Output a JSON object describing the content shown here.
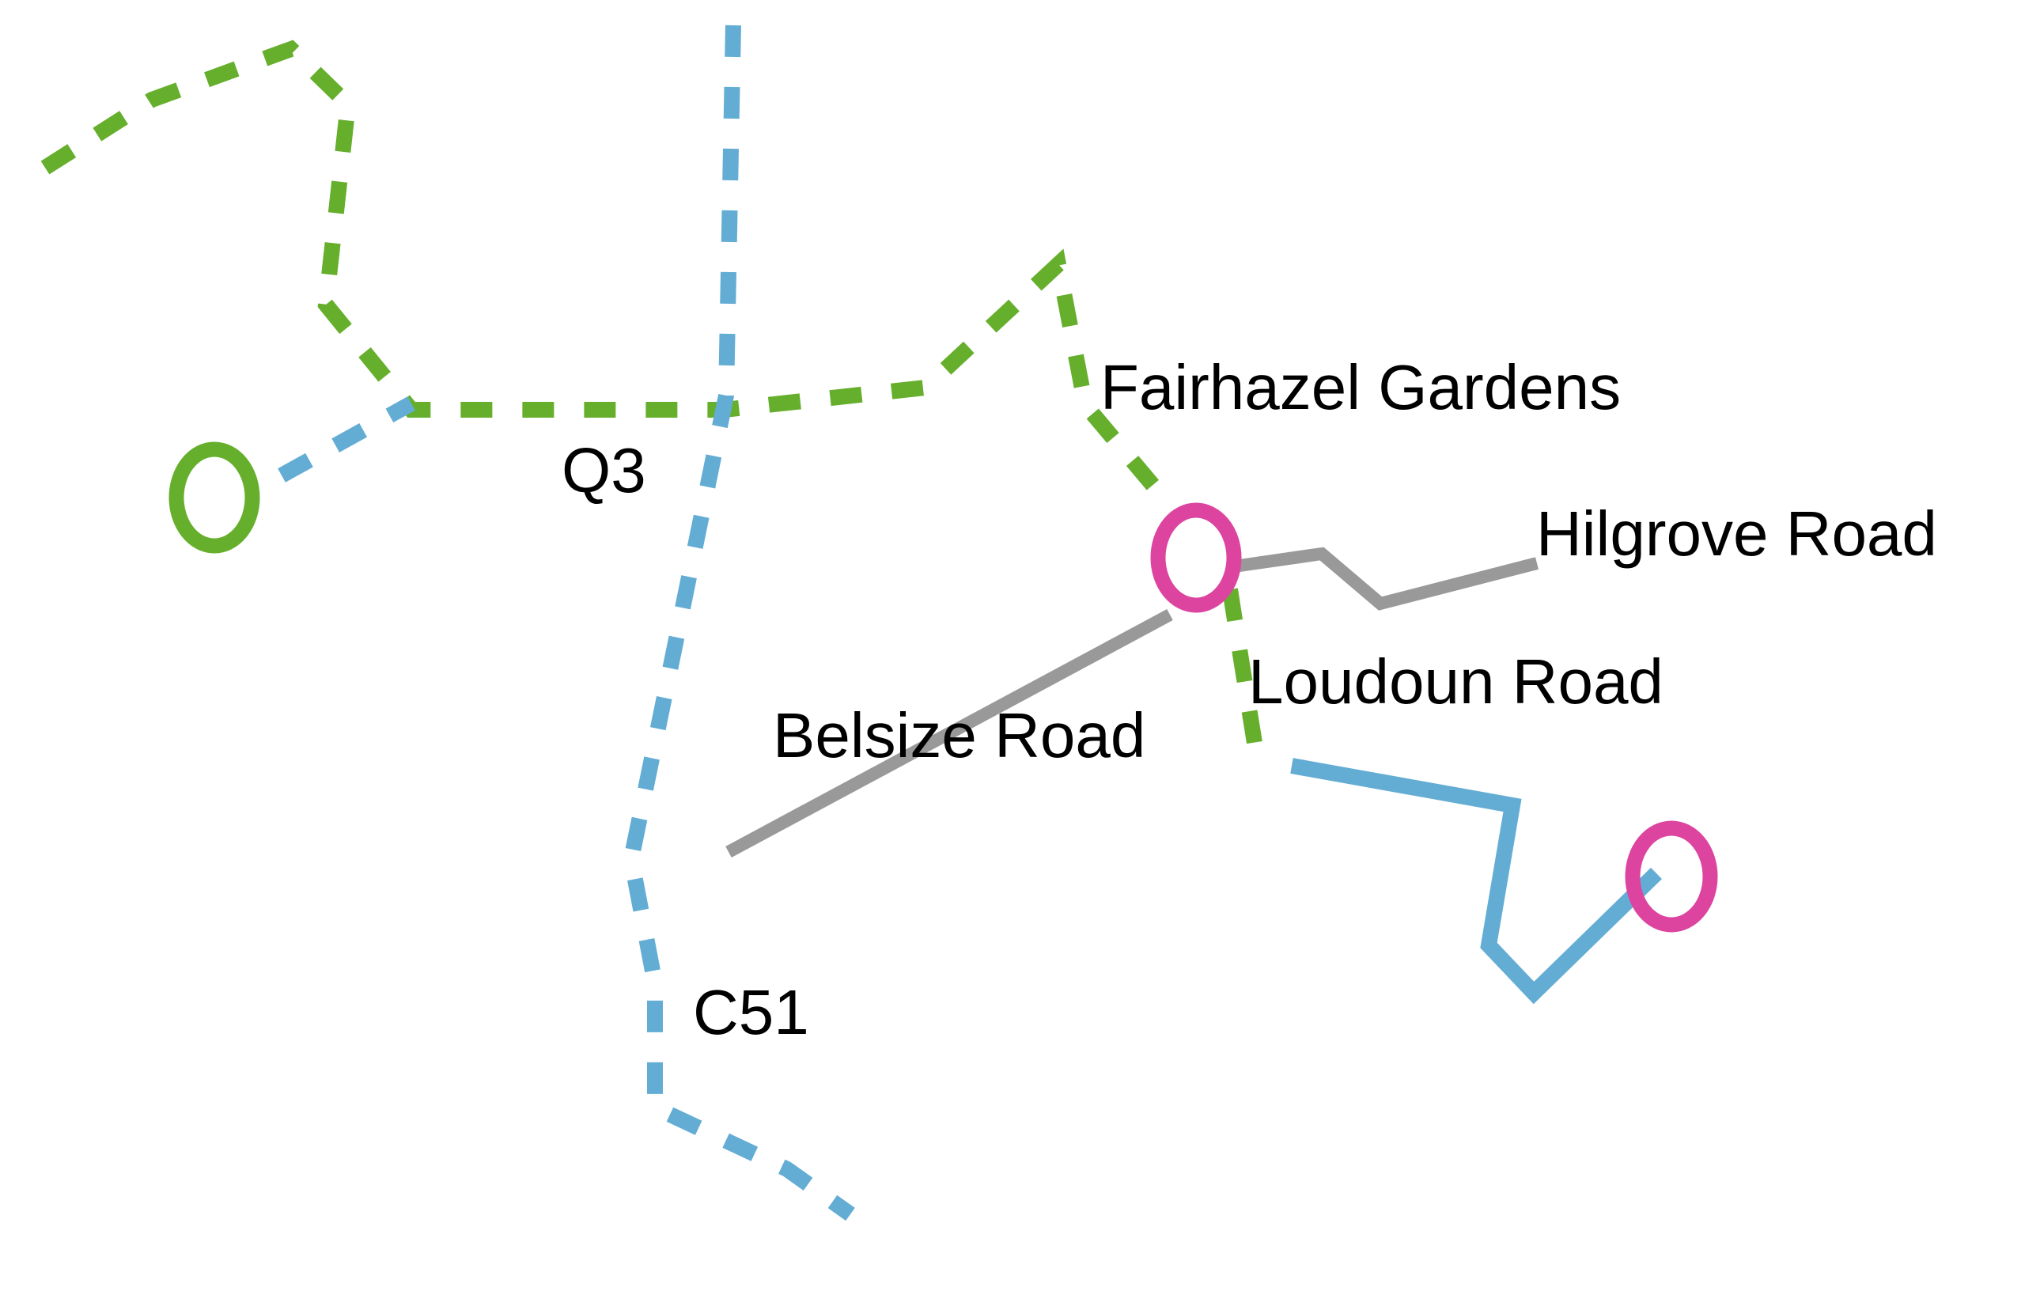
{
  "colors": {
    "green_route": "#66AF2C",
    "blue_route": "#63ADD4",
    "road": "#999999",
    "stop_pink": "#DD44A0",
    "stop_green": "#66AF2C",
    "label": "#000000",
    "background": "#FFFFFF"
  },
  "routes": [
    {
      "id": "Q3",
      "label": "Q3",
      "color_key": "green_route",
      "style": "dashed"
    },
    {
      "id": "C51",
      "label": "C51",
      "color_key": "blue_route",
      "style": "dashed"
    },
    {
      "id": "blue-connector",
      "label": "",
      "color_key": "blue_route",
      "style": "dashed"
    },
    {
      "id": "blue-solid",
      "label": "",
      "color_key": "blue_route",
      "style": "solid"
    }
  ],
  "roads": [
    {
      "name": "Belsize Road"
    },
    {
      "name": "Hilgrove Road"
    }
  ],
  "labels": {
    "q3": "Q3",
    "c51": "C51",
    "fairhazel": "Fairhazel Gardens",
    "hilgrove": "Hilgrove Road",
    "loudoun": "Loudoun Road",
    "belsize": "Belsize Road"
  },
  "stops": [
    {
      "name": "green-stop",
      "color_key": "stop_green"
    },
    {
      "name": "pink-stop-junction",
      "color_key": "stop_pink"
    },
    {
      "name": "pink-stop-end",
      "color_key": "stop_pink"
    }
  ]
}
